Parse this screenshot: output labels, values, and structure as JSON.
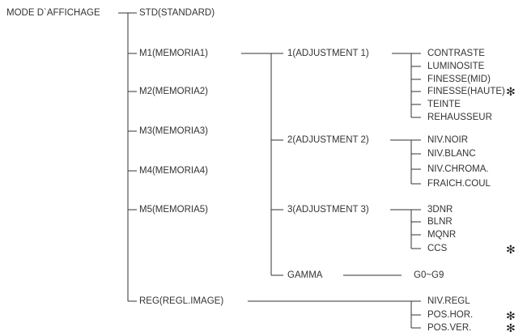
{
  "root": {
    "label": "MODE D`AFFICHAGE"
  },
  "modes": [
    {
      "label": "STD(STANDARD)"
    },
    {
      "label": "M1(MEMORIA1)"
    },
    {
      "label": "M2(MEMORIA2)"
    },
    {
      "label": "M3(MEMORIA3)"
    },
    {
      "label": "M4(MEMORIA4)"
    },
    {
      "label": "M5(MEMORIA5)"
    },
    {
      "label": "REG(REGL.IMAGE)"
    }
  ],
  "adjustments": [
    {
      "label": "1(ADJUSTMENT 1)"
    },
    {
      "label": "2(ADJUSTMENT 2)"
    },
    {
      "label": "3(ADJUSTMENT 3)"
    },
    {
      "label": "GAMMA"
    }
  ],
  "adjustment1_items": [
    {
      "label": "CONTRASTE"
    },
    {
      "label": "LUMINOSITE"
    },
    {
      "label": "FINESSE(MID)"
    },
    {
      "label": "FINESSE(HAUTE)"
    },
    {
      "label": "TEINTE"
    },
    {
      "label": "REHAUSSEUR"
    }
  ],
  "adjustment2_items": [
    {
      "label": "NIV.NOIR"
    },
    {
      "label": "NIV.BLANC"
    },
    {
      "label": "NIV.CHROMA."
    },
    {
      "label": "FRAICH.COUL"
    }
  ],
  "adjustment3_items": [
    {
      "label": "3DNR"
    },
    {
      "label": "BLNR"
    },
    {
      "label": "MQNR"
    },
    {
      "label": "CCS"
    }
  ],
  "gamma_item": {
    "label": "G0~G9"
  },
  "reg_items": [
    {
      "label": "NIV.REGL"
    },
    {
      "label": "POS.HOR."
    },
    {
      "label": "POS.VER."
    }
  ],
  "asterisk": "✻"
}
